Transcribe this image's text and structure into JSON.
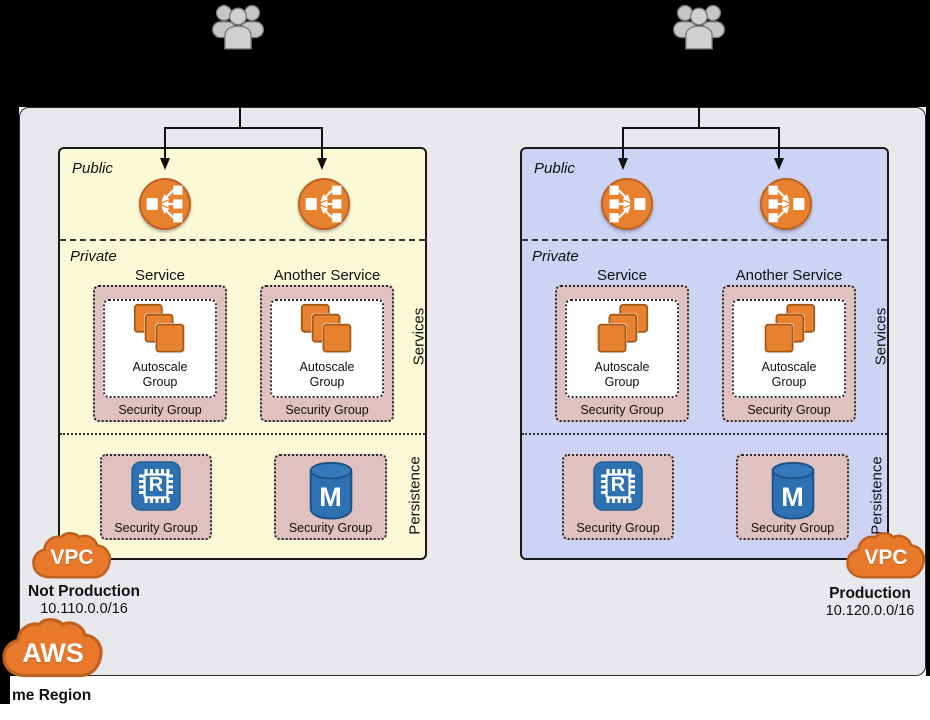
{
  "colors": {
    "region_background": "#E9E9ED",
    "vpc_not_production_background": "#FBFAD7",
    "vpc_production_background": "#CDD3F4",
    "security_group_background": "#DFC1C0",
    "aws_orange": "#E8812E",
    "icon_blue": "#2E71B2",
    "letterbox_black": "#000000"
  },
  "icons": {
    "top_left": "users-icon",
    "top_right": "users-icon",
    "public_tier": "elastic-load-balancer-icon",
    "autoscale": "stacked-instances-icon",
    "cache": "chip-r-icon",
    "database": "cylinder-m-icon",
    "vpc_badge": "orange-cloud-badge",
    "aws_badge": "orange-cloud-badge"
  },
  "region": {
    "cloud_badge": "AWS",
    "region_label": "me Region"
  },
  "vpcs": [
    {
      "name": "Not Production",
      "cidr": "10.110.0.0/16",
      "cloud_badge": "VPC",
      "public_label": "Public",
      "private_label": "Private",
      "services_band_label": "Services",
      "persistence_band_label": "Persistence",
      "service_columns": [
        {
          "title": "Service",
          "autoscale_line1": "Autoscale",
          "autoscale_line2": "Group",
          "security_group_label": "Security Group"
        },
        {
          "title": "Another Service",
          "autoscale_line1": "Autoscale",
          "autoscale_line2": "Group",
          "security_group_label": "Security Group"
        }
      ],
      "persistence_items": [
        {
          "letter": "R",
          "security_group_label": "Security Group"
        },
        {
          "letter": "M",
          "security_group_label": "Security Group"
        }
      ]
    },
    {
      "name": "Production",
      "cidr": "10.120.0.0/16",
      "cloud_badge": "VPC",
      "public_label": "Public",
      "private_label": "Private",
      "services_band_label": "Services",
      "persistence_band_label": "Persistence",
      "service_columns": [
        {
          "title": "Service",
          "autoscale_line1": "Autoscale",
          "autoscale_line2": "Group",
          "security_group_label": "Security Group"
        },
        {
          "title": "Another Service",
          "autoscale_line1": "Autoscale",
          "autoscale_line2": "Group",
          "security_group_label": "Security Group"
        }
      ],
      "persistence_items": [
        {
          "letter": "R",
          "security_group_label": "Security Group"
        },
        {
          "letter": "M",
          "security_group_label": "Security Group"
        }
      ]
    }
  ]
}
